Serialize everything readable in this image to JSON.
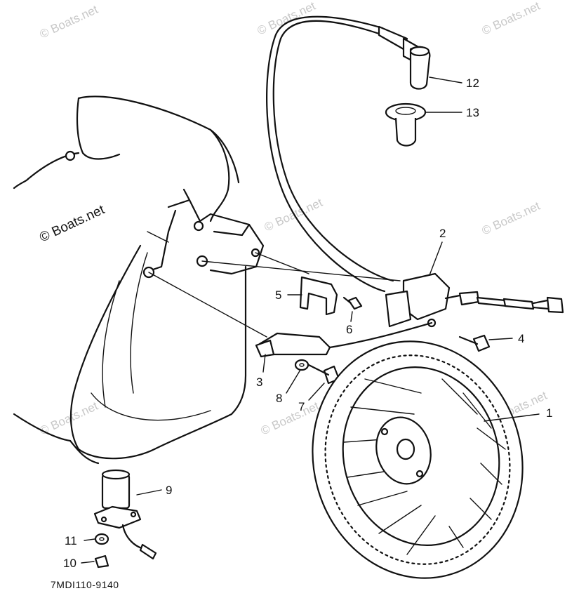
{
  "watermark": "© Boats.net",
  "diagram_code": "7MDI110-9140",
  "callouts": [
    {
      "id": "1",
      "label": "1"
    },
    {
      "id": "2",
      "label": "2"
    },
    {
      "id": "3",
      "label": "3"
    },
    {
      "id": "4",
      "label": "4"
    },
    {
      "id": "5",
      "label": "5"
    },
    {
      "id": "6",
      "label": "6"
    },
    {
      "id": "7",
      "label": "7"
    },
    {
      "id": "8",
      "label": "8"
    },
    {
      "id": "9",
      "label": "9"
    },
    {
      "id": "10",
      "label": "10"
    },
    {
      "id": "11",
      "label": "11"
    },
    {
      "id": "12",
      "label": "12"
    },
    {
      "id": "13",
      "label": "13"
    }
  ]
}
